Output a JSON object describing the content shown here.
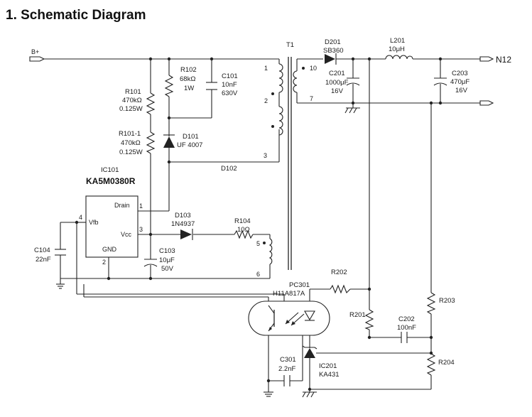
{
  "title": "1. Schematic Diagram",
  "nets": {
    "bplus": "B+",
    "n12": "N12"
  },
  "transformer": {
    "name": "T1",
    "pins": [
      "1",
      "2",
      "3",
      "5",
      "6",
      "10",
      "7"
    ]
  },
  "ic101": {
    "ref": "IC101",
    "part": "KA5M0380R",
    "drain": "Drain",
    "vcc": "Vcc",
    "vfb": "Vfb",
    "gnd": "GND",
    "pins": [
      "1",
      "3",
      "4",
      "2"
    ]
  },
  "components": {
    "r101": [
      "R101",
      "470kΩ",
      "0.125W"
    ],
    "r1011": [
      "R101-1",
      "470kΩ",
      "0.125W"
    ],
    "r102": [
      "R102",
      "68kΩ",
      "1W"
    ],
    "c101": [
      "C101",
      "10nF",
      "630V"
    ],
    "d101": [
      "D101",
      "UF 4007"
    ],
    "d102": [
      "D102"
    ],
    "d103": [
      "D103",
      "1N4937"
    ],
    "r104": [
      "R104",
      "10Ω"
    ],
    "c103": [
      "C103",
      "10μF",
      "50V"
    ],
    "c104": [
      "C104",
      "22nF"
    ],
    "d201": [
      "D201",
      "SB360"
    ],
    "l201": [
      "L201",
      "10μH"
    ],
    "c201": [
      "C201",
      "1000μF",
      "16V"
    ],
    "c203": [
      "C203",
      "470μF",
      "16V"
    ],
    "pc301": [
      "PC301",
      "H11A817A"
    ],
    "r202": [
      "R202"
    ],
    "r201": [
      "R201"
    ],
    "r203": [
      "R203"
    ],
    "c202": [
      "C202",
      "100nF"
    ],
    "r204": [
      "R204"
    ],
    "c301": [
      "C301",
      "2.2nF"
    ],
    "ic201": [
      "IC201",
      "KA431"
    ]
  }
}
